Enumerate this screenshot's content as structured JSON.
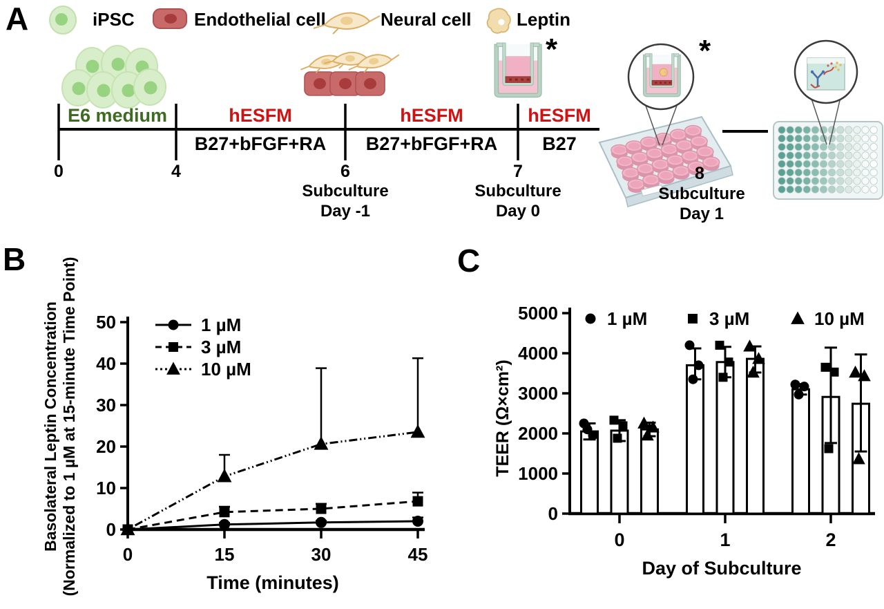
{
  "panelA": {
    "label": "A",
    "asterisk": "*",
    "legend": [
      {
        "icon": "ipsc-cell-icon",
        "label": "iPSC"
      },
      {
        "icon": "endothelial-cell-icon",
        "label": "Endothelial cell"
      },
      {
        "icon": "neural-cell-icon",
        "label": "Neural cell"
      },
      {
        "icon": "leptin-icon",
        "label": "Leptin"
      }
    ],
    "timeline": {
      "segments": [
        {
          "top": "E6 medium",
          "top_color": "#3e6b21",
          "bottom": ""
        },
        {
          "top": "hESFM",
          "top_color": "#d01212",
          "bottom": "B27+bFGF+RA"
        },
        {
          "top": "hESFM",
          "top_color": "#d01212",
          "bottom": "B27+bFGF+RA"
        },
        {
          "top": "hESFM",
          "top_color": "#d01212",
          "bottom": "B27"
        }
      ],
      "days": [
        "0",
        "4",
        "6",
        "7",
        "8"
      ],
      "subculture_labels": [
        {
          "line1": "Subculture",
          "line2": "Day -1"
        },
        {
          "line1": "Subculture",
          "line2": "Day 0"
        },
        {
          "line1": "Subculture",
          "line2": "Day 1"
        }
      ]
    }
  },
  "panelB": {
    "label": "B",
    "chart_data": {
      "type": "line",
      "x": [
        0,
        15,
        30,
        45
      ],
      "xticks": [
        "0",
        "15",
        "30",
        "45"
      ],
      "xlabel": "Time (minutes)",
      "ylabel_line1": "Basolateral Leptin Concentration",
      "ylabel_line2": "(Normalized to 1 µM at 15-minute Time Point)",
      "ylim": [
        0,
        50
      ],
      "yticks": [
        0,
        10,
        20,
        30,
        40,
        50
      ],
      "legend_position": "top-left-inside",
      "series": [
        {
          "name": "1 µM",
          "marker": "circle",
          "line_style": "solid",
          "values": [
            0,
            1.2,
            1.7,
            2.0
          ],
          "err_up": [
            0,
            0.4,
            0.4,
            0.9
          ]
        },
        {
          "name": "3 µM",
          "marker": "square",
          "line_style": "dashed",
          "values": [
            0,
            4.2,
            5.0,
            6.8
          ],
          "err_up": [
            0,
            1.3,
            1.2,
            2.1
          ]
        },
        {
          "name": "10 µM",
          "marker": "triangle",
          "line_style": "dash-dot",
          "values": [
            0,
            12.8,
            20.6,
            23.5
          ],
          "err_up": [
            0,
            5.2,
            18.3,
            17.8
          ]
        }
      ]
    }
  },
  "panelC": {
    "label": "C",
    "chart_data": {
      "type": "bar",
      "categories": [
        "0",
        "1",
        "2"
      ],
      "xlabel": "Day of Subculture",
      "ylabel": "TEER (Ω×cm²)",
      "ylim": [
        0,
        5000
      ],
      "yticks": [
        0,
        1000,
        2000,
        3000,
        4000,
        5000
      ],
      "legend_position": "top-inside",
      "series": [
        {
          "name": "1 µM",
          "marker": "circle",
          "values": [
            2050,
            3700,
            3100
          ],
          "err_up": [
            200,
            420,
            130
          ],
          "err_down": [
            200,
            350,
            130
          ],
          "points": [
            [
              2250,
              1950,
              2100
            ],
            [
              4200,
              3700,
              3350
            ],
            [
              3220,
              3170,
              2970
            ]
          ]
        },
        {
          "name": "3 µM",
          "marker": "square",
          "values": [
            2070,
            3780,
            2910
          ],
          "err_up": [
            260,
            380,
            1230
          ],
          "err_down": [
            260,
            380,
            1150
          ],
          "points": [
            [
              2330,
              2190,
              1880
            ],
            [
              4200,
              3780,
              3400
            ],
            [
              3650,
              3530,
              1620
            ]
          ]
        },
        {
          "name": "10 µM",
          "marker": "triangle",
          "values": [
            2100,
            3860,
            2740
          ],
          "err_up": [
            170,
            310,
            1230
          ],
          "err_down": [
            170,
            340,
            1190
          ],
          "points": [
            [
              2250,
              2150,
              1950
            ],
            [
              4170,
              3860,
              3520
            ],
            [
              3520,
              3430,
              1360
            ]
          ]
        }
      ]
    }
  },
  "colors": {
    "e6_text": "#3e6b21",
    "hesfm_text": "#d01212",
    "ipsc_fill": "#d8edca",
    "ipsc_nucleus": "#98d381",
    "endothelial_fill": "#c96a6a",
    "endothelial_nucleus": "#a83c3c",
    "neural_fill": "#f6e8c8",
    "neural_outline": "#dcae62",
    "leptin_fill": "#f2ddae",
    "media_pink": "#f4c3d1",
    "well_pink": "#f3b5c8",
    "plate_teal_dark": "#5fa497",
    "axis_black": "#000000"
  }
}
